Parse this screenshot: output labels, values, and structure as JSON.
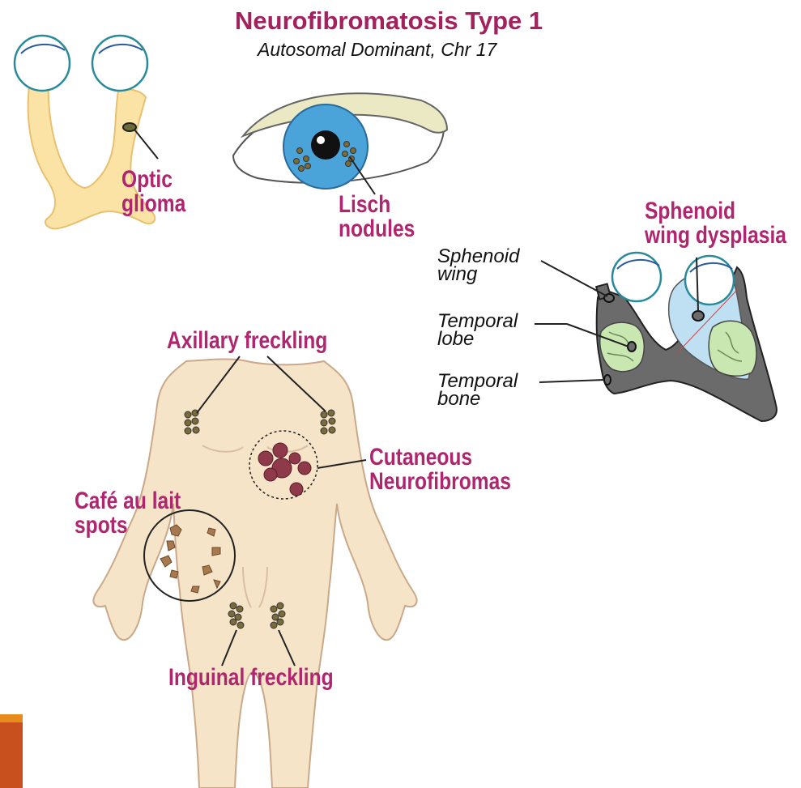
{
  "title": "Neurofibromatosis Type 1",
  "subtitle": "Autosomal Dominant, Chr 17",
  "labels": {
    "optic_glioma": [
      "Optic",
      "glioma"
    ],
    "lisch_nodules": [
      "Lisch",
      "nodules"
    ],
    "sphenoid_wing_dysplasia": [
      "Sphenoid",
      "wing dysplasia"
    ],
    "sphenoid_wing": [
      "Sphenoid",
      "wing"
    ],
    "temporal_lobe": [
      "Temporal",
      "lobe"
    ],
    "temporal_bone": [
      "Temporal",
      "bone"
    ],
    "axillary_freckling": "Axillary freckling",
    "cutaneous_neurofibromas": [
      "Cutaneous",
      "Neurofibromas"
    ],
    "cafe_au_lait_spots": [
      "Café au lait",
      "spots"
    ],
    "inguinal_freckling": "Inguinal freckling"
  },
  "colors": {
    "title": "#a3225e",
    "label": "#b0266e",
    "skin": "#f6e4c9",
    "optic_nerve": "#fbe3a6",
    "iris": "#4aa3d9",
    "skull": "#6b6b6b",
    "brain": "#c9e8b1",
    "freckle": "#7a6b3a",
    "neurofibroma": "#8e3a4a",
    "cafe_au_lait": "#a8794f"
  }
}
